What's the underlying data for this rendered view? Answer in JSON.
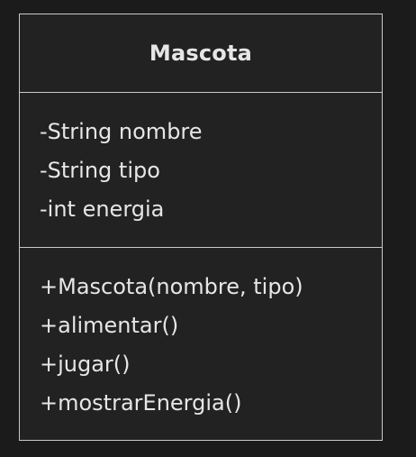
{
  "diagram": {
    "class_name": "Mascota",
    "attributes": [
      "-String nombre",
      "-String tipo",
      "-int energia"
    ],
    "methods": [
      "+Mascota(nombre, tipo)",
      "+alimentar()",
      "+jugar()",
      "+mostrarEnergia()"
    ]
  },
  "colors": {
    "background": "#1b1b1b",
    "box_fill": "#222222",
    "border": "#c9c9c9",
    "text": "#e6e6e6"
  }
}
